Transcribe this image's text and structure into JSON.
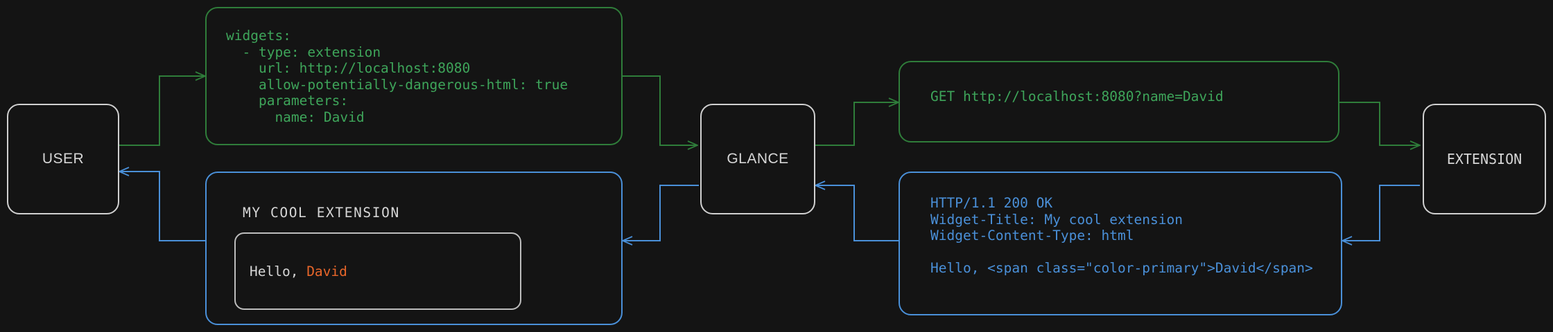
{
  "theme": {
    "background": "#141414",
    "node_border": "#d0d0d0",
    "node_label": "#d6d6d6",
    "request_color": "#3ea55a",
    "request_border": "#2f7d3a",
    "response_color": "#4a90d9",
    "response_border": "#4a90d9",
    "accent": "#e8662a"
  },
  "nodes": {
    "user": {
      "label": "USER"
    },
    "glance": {
      "label": "GLANCE"
    },
    "extension": {
      "label": "EXTENSION"
    }
  },
  "messages": {
    "config_yaml": {
      "text": "widgets:\n  - type: extension\n    url: http://localhost:8080\n    allow-potentially-dangerous-html: true\n    parameters:\n      name: David"
    },
    "http_request": {
      "text": "GET http://localhost:8080?name=David"
    },
    "http_response": {
      "text": "HTTP/1.1 200 OK\nWidget-Title: My cool extension\nWidget-Content-Type: html\n\nHello, <span class=\"color-primary\">David</span>"
    },
    "rendered_widget": {
      "title": "MY COOL EXTENSION",
      "body_prefix": "Hello, ",
      "body_accent": "David"
    }
  },
  "flow": {
    "request_edges": 4,
    "response_edges": 4
  }
}
